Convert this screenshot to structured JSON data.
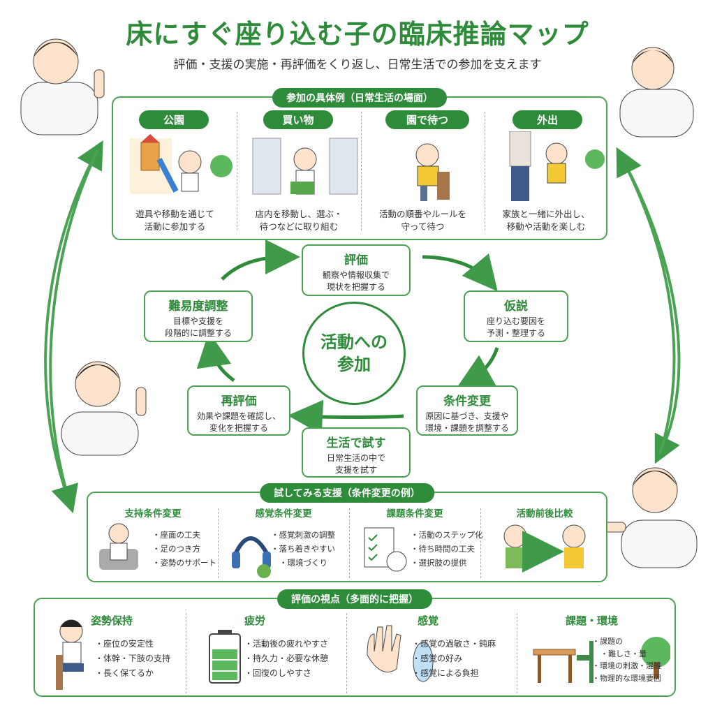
{
  "title": "床にすぐ座り込む子の臨床推論マップ",
  "subtitle": "評価・支援の実施・再評価をくり返し、日常生活での参加を支えます",
  "participation": {
    "header": "参加の具体例（日常生活の場面）",
    "items": [
      {
        "label": "公園",
        "desc": [
          "遊具や移動を通じて",
          "活動に参加する"
        ]
      },
      {
        "label": "買い物",
        "desc": [
          "店内を移動し、選ぶ・",
          "待つなどに取り組む"
        ]
      },
      {
        "label": "園で待つ",
        "desc": [
          "活動の順番やルールを",
          "守って待つ"
        ]
      },
      {
        "label": "外出",
        "desc": [
          "家族と一緒に外出し、",
          "移動や活動を楽しむ"
        ]
      }
    ]
  },
  "cycle": {
    "center": [
      "活動への",
      "参加"
    ],
    "nodes": {
      "evaluation": {
        "title": "評価",
        "desc": [
          "観察や情報収集で",
          "現状を把握する"
        ]
      },
      "hypothesis": {
        "title": "仮説",
        "desc": [
          "座り込む要因を",
          "予測・整理する"
        ]
      },
      "condition": {
        "title": "条件変更",
        "desc": [
          "原因に基づき、支援や",
          "環境・課題を調整する"
        ]
      },
      "trial": {
        "title": "生活で試す",
        "desc": [
          "日常生活の中で",
          "支援を試す"
        ]
      },
      "reevaluation": {
        "title": "再評価",
        "desc": [
          "効果や課題を確認し、",
          "変化を把握する"
        ]
      },
      "difficulty": {
        "title": "難易度調整",
        "desc": [
          "目標や支援を",
          "段階的に調整する"
        ]
      }
    }
  },
  "support": {
    "header": "試してみる支援（条件変更の例）",
    "items": [
      {
        "title": "支持条件変更",
        "bullets": [
          "座面の工夫",
          "足のつき方",
          "姿勢のサポート"
        ]
      },
      {
        "title": "感覚条件変更",
        "bullets": [
          "感覚刺激の調整",
          "落ち着きやすい",
          "環境づくり"
        ]
      },
      {
        "title": "課題条件変更",
        "bullets": [
          "活動のステップ化",
          "待ち時間の工夫",
          "選択肢の提供"
        ]
      },
      {
        "title": "活動前後比較",
        "bullets": []
      }
    ]
  },
  "viewpoints": {
    "header": "評価の視点（多面的に把握）",
    "items": [
      {
        "title": "姿勢保持",
        "bullets": [
          "座位の安定性",
          "体幹・下肢の支持",
          "長く保てるか"
        ]
      },
      {
        "title": "疲労",
        "bullets": [
          "活動後の疲れやすさ",
          "持久力・必要な休憩",
          "回復のしやすさ"
        ]
      },
      {
        "title": "感覚",
        "bullets": [
          "感覚の過敏さ・鈍麻",
          "感覚の好み",
          "感覚による負担"
        ]
      },
      {
        "title": "課題・環境",
        "bullets": [
          "課題の",
          "難しさ・量",
          "環境の刺激・混雑",
          "物理的な環境要因"
        ]
      }
    ]
  },
  "colors": {
    "accent": "#2e8b3a",
    "border": "#4aa353",
    "arrow": "#3f9a49"
  }
}
